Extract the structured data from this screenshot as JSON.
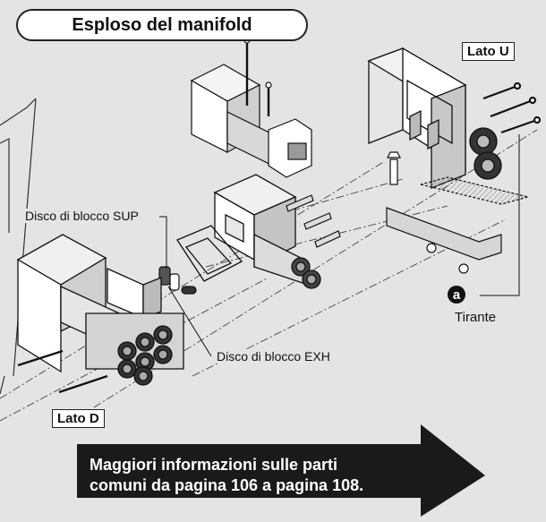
{
  "title": "Esploso del manifold",
  "labels": {
    "lato_u": "Lato U",
    "lato_d": "Lato D",
    "disco_sup": "Disco di blocco SUP",
    "disco_exh": "Disco di blocco EXH",
    "badge": "a",
    "tirante": "Tirante"
  },
  "callout": {
    "line1": "Maggiori informazioni sulle parti",
    "line2": "comuni da pagina 106 a pagina 108."
  },
  "colors": {
    "background": "#e4e4e4",
    "arrow": "#1a1a1a",
    "callout_text": "#ffffff"
  }
}
